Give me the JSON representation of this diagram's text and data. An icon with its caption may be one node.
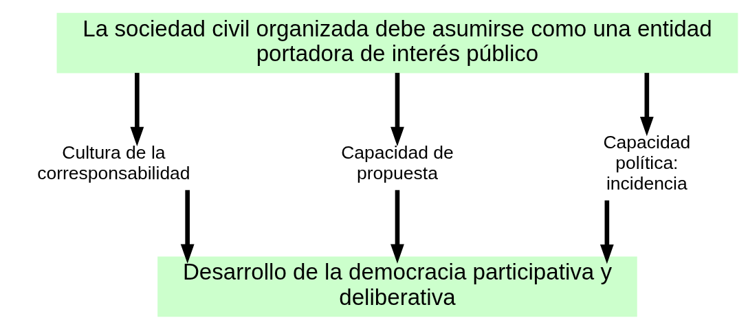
{
  "diagram": {
    "nodes": [
      {
        "text": [
          "La sociedad civil organizada debe asumirse como una entidad portadora de interés público"
        ]
      },
      {
        "text": [
          "Cultura de la corresponsabilidad"
        ]
      },
      {
        "text": [
          "Capacidad de propuesta"
        ]
      },
      {
        "text": [
          "Capacidad política: incidencia"
        ]
      },
      {
        "text": [
          "Desarrollo de la democracia participativa y deliberativa"
        ]
      }
    ],
    "edges": [
      {
        "from": 0,
        "to": 1,
        "arrow": "to"
      },
      {
        "from": 0,
        "to": 2,
        "arrow": "to"
      },
      {
        "from": 0,
        "to": 3,
        "arrow": "to"
      },
      {
        "from": 1,
        "to": 4,
        "arrow": "to"
      },
      {
        "from": 2,
        "to": 4,
        "arrow": "to"
      },
      {
        "from": 3,
        "to": 4,
        "arrow": "to"
      }
    ]
  }
}
